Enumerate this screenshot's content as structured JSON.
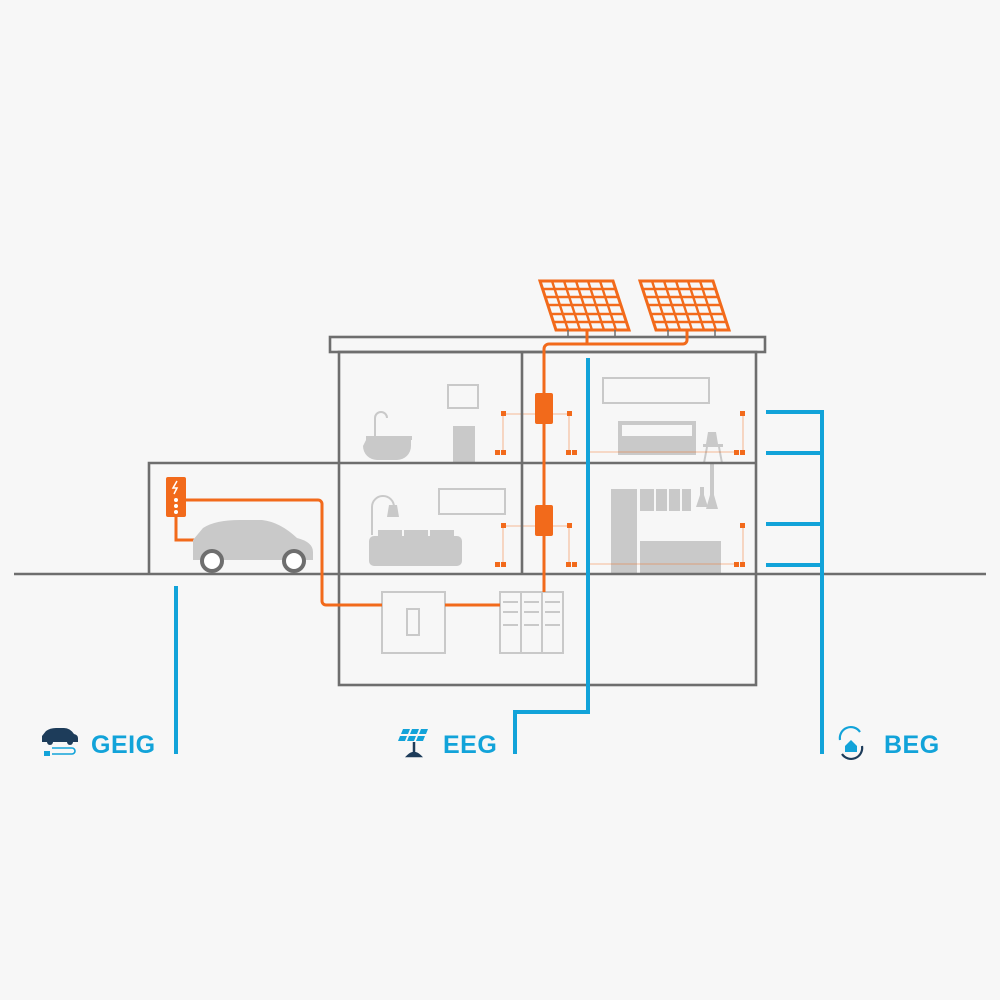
{
  "labels": {
    "geig": "GEIG",
    "eeg": "EEG",
    "beg": "BEG"
  },
  "icons": {
    "geig": "electric-car-plug-icon",
    "eeg": "solar-panel-icon",
    "beg": "house-recycle-icon",
    "battery": "battery-bolt-icon",
    "wallbox": "charging-station-icon"
  },
  "colors": {
    "background": "#f7f7f7",
    "structure": "#6e6e6e",
    "energy": "#f26a1b",
    "law_lines": "#12a3d9",
    "furniture": "#c9c9c9",
    "icon_dark": "#1d3c5a"
  }
}
